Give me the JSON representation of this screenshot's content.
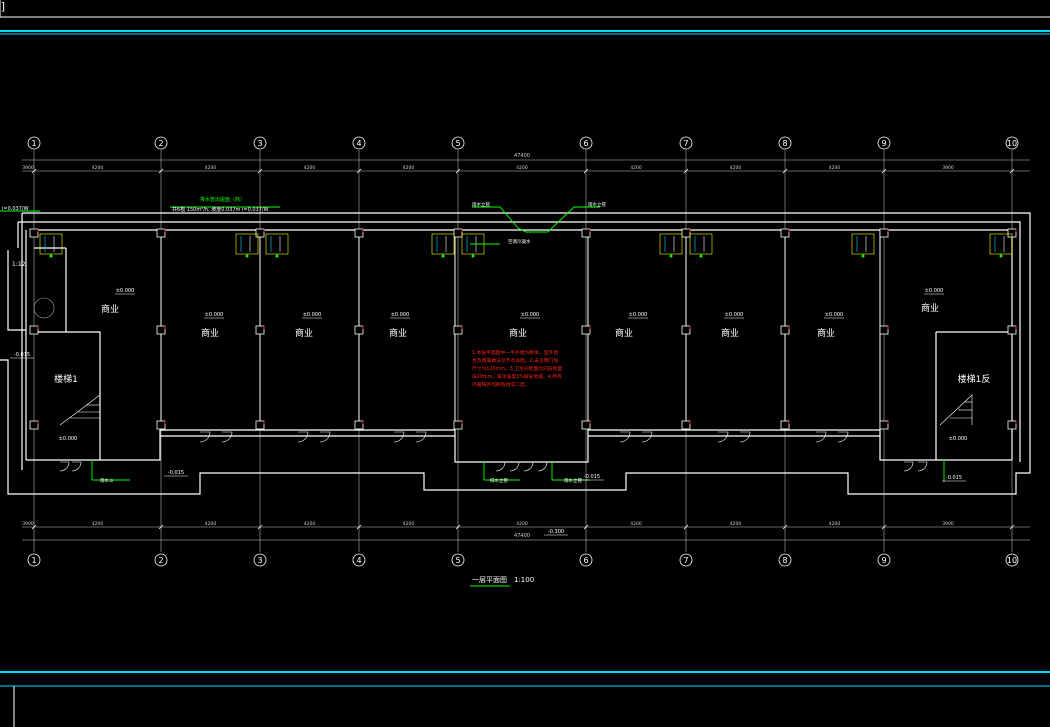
{
  "axes": [
    "1",
    "2",
    "3",
    "4",
    "5",
    "6",
    "7",
    "8",
    "9",
    "10"
  ],
  "total_dim_top": "47400",
  "total_dim_bottom": "47400",
  "segment_dims_top": [
    "3900",
    "4200",
    "4200",
    "4200",
    "4200",
    "4200",
    "4200",
    "4200",
    "4200",
    "3900"
  ],
  "segment_dims_bottom": [
    "3900",
    "4200",
    "4200",
    "4200",
    "4200",
    "4200",
    "4200",
    "4200",
    "4200",
    "3900"
  ],
  "rooms": [
    {
      "id": "r1",
      "label": "商业",
      "elev": "±0.000"
    },
    {
      "id": "r2",
      "label": "商业",
      "elev": "±0.000"
    },
    {
      "id": "r3",
      "label": "商业",
      "elev": "±0.000"
    },
    {
      "id": "r4",
      "label": "商业",
      "elev": "±0.000"
    },
    {
      "id": "r5",
      "label": "商业",
      "elev": "±0.000"
    },
    {
      "id": "r6",
      "label": "商业",
      "elev": "±0.000"
    },
    {
      "id": "r7",
      "label": "商业",
      "elev": "±0.000"
    },
    {
      "id": "r8",
      "label": "商业",
      "elev": "±0.000"
    },
    {
      "id": "r9",
      "label": "商业",
      "elev": "±0.000"
    }
  ],
  "stairs": [
    {
      "label": "楼梯1",
      "elev": "±0.000"
    },
    {
      "label": "楼梯1反",
      "elev": "±0.000"
    }
  ],
  "level_marks": [
    "-0.015",
    "-0.015",
    "-0.015",
    "-0.015",
    "-0.300",
    "-0.015"
  ],
  "pipe_note_top": "排水管出屋面（商）",
  "pipe_note_detail": "共6根  150m³/h, 坡度0.037m  i=0.037/W",
  "left_note": "i=0.037/W",
  "slope_label": "1:12",
  "green_labels": [
    "雨水立管",
    "雨水立管",
    "空调冷凝水",
    "雨水斗",
    "排水立管",
    "雨水立管"
  ],
  "red_note": [
    "1.本层平面图中一半外墙为砌体，室外窗",
    "台及雨篷做法见节点详图。2.未注明门垛",
    "尺寸为120mm。3.卫生间地面比同层地面",
    "低20mm，排水坡度1%坡向地漏。4.所有",
    "外露铁件均刷防锈漆二度。"
  ],
  "title": "一层平面图",
  "scale": "1:100",
  "colors": {
    "bg": "#000000",
    "wall": "#ffffff",
    "grid": "#9aa0a6",
    "cyan": "#00d8ff",
    "green": "#00ff00",
    "red": "#ff2020",
    "yellow": "#ffff00",
    "magenta": "#ff44ff"
  }
}
